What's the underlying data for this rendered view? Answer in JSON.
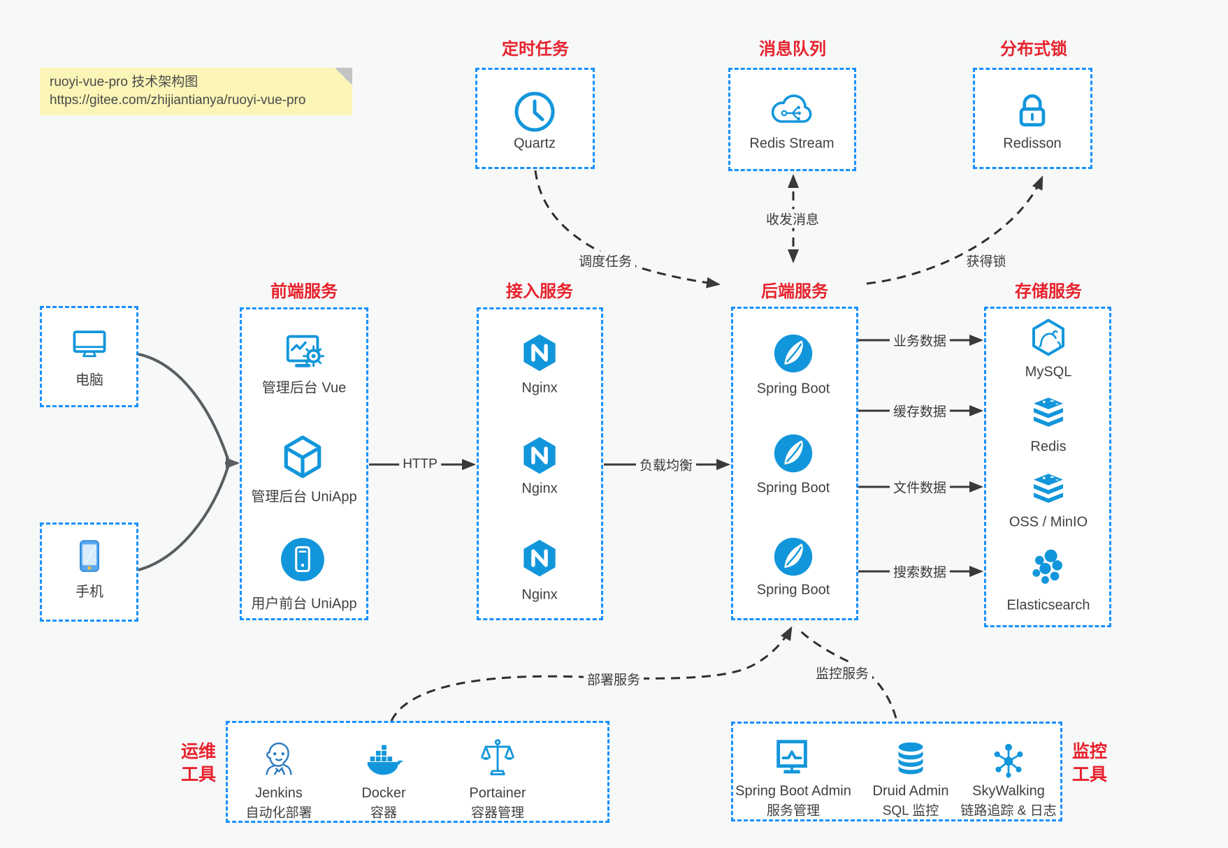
{
  "note": {
    "line1": "ruoyi-vue-pro 技术架构图",
    "line2": "https://gitee.com/zhijiantianya/ruoyi-vue-pro"
  },
  "colors": {
    "accent_blue": "#1890ff",
    "icon_blue": "#1296db",
    "title_red": "#e8222d",
    "note_yellow": "#fbf5b7",
    "wire_dark": "#38393b",
    "wire_gray": "#5a5d61"
  },
  "groups": {
    "scheduled": {
      "title": "定时任务",
      "item": "Quartz"
    },
    "mq": {
      "title": "消息队列",
      "item": "Redis Stream"
    },
    "lock": {
      "title": "分布式锁",
      "item": "Redisson"
    },
    "clients": {
      "pc": "电脑",
      "mobile": "手机"
    },
    "frontend": {
      "title": "前端服务",
      "items": [
        "管理后台 Vue",
        "管理后台 UniApp",
        "用户前台 UniApp"
      ]
    },
    "gateway": {
      "title": "接入服务",
      "items": [
        "Nginx",
        "Nginx",
        "Nginx"
      ]
    },
    "backend": {
      "title": "后端服务",
      "items": [
        "Spring Boot",
        "Spring Boot",
        "Spring Boot"
      ]
    },
    "storage": {
      "title": "存储服务",
      "items": [
        "MySQL",
        "Redis",
        "OSS / MinIO",
        "Elasticsearch"
      ]
    },
    "ops": {
      "title_line1": "运维",
      "title_line2": "工具",
      "items": [
        {
          "name": "Jenkins",
          "desc": "自动化部署"
        },
        {
          "name": "Docker",
          "desc": "容器"
        },
        {
          "name": "Portainer",
          "desc": "容器管理"
        }
      ]
    },
    "monitor": {
      "title_line1": "监控",
      "title_line2": "工具",
      "items": [
        {
          "name": "Spring Boot Admin",
          "desc": "服务管理"
        },
        {
          "name": "Druid Admin",
          "desc": "SQL 监控"
        },
        {
          "name": "SkyWalking",
          "desc": "链路追踪 & 日志"
        }
      ]
    }
  },
  "edges": {
    "http": "HTTP",
    "load_balance": "负载均衡",
    "schedule": "调度任务",
    "messages": "收发消息",
    "get_lock": "获得锁",
    "biz_data": "业务数据",
    "cache_data": "缓存数据",
    "file_data": "文件数据",
    "search_data": "搜索数据",
    "deploy": "部署服务",
    "monitor": "监控服务"
  }
}
